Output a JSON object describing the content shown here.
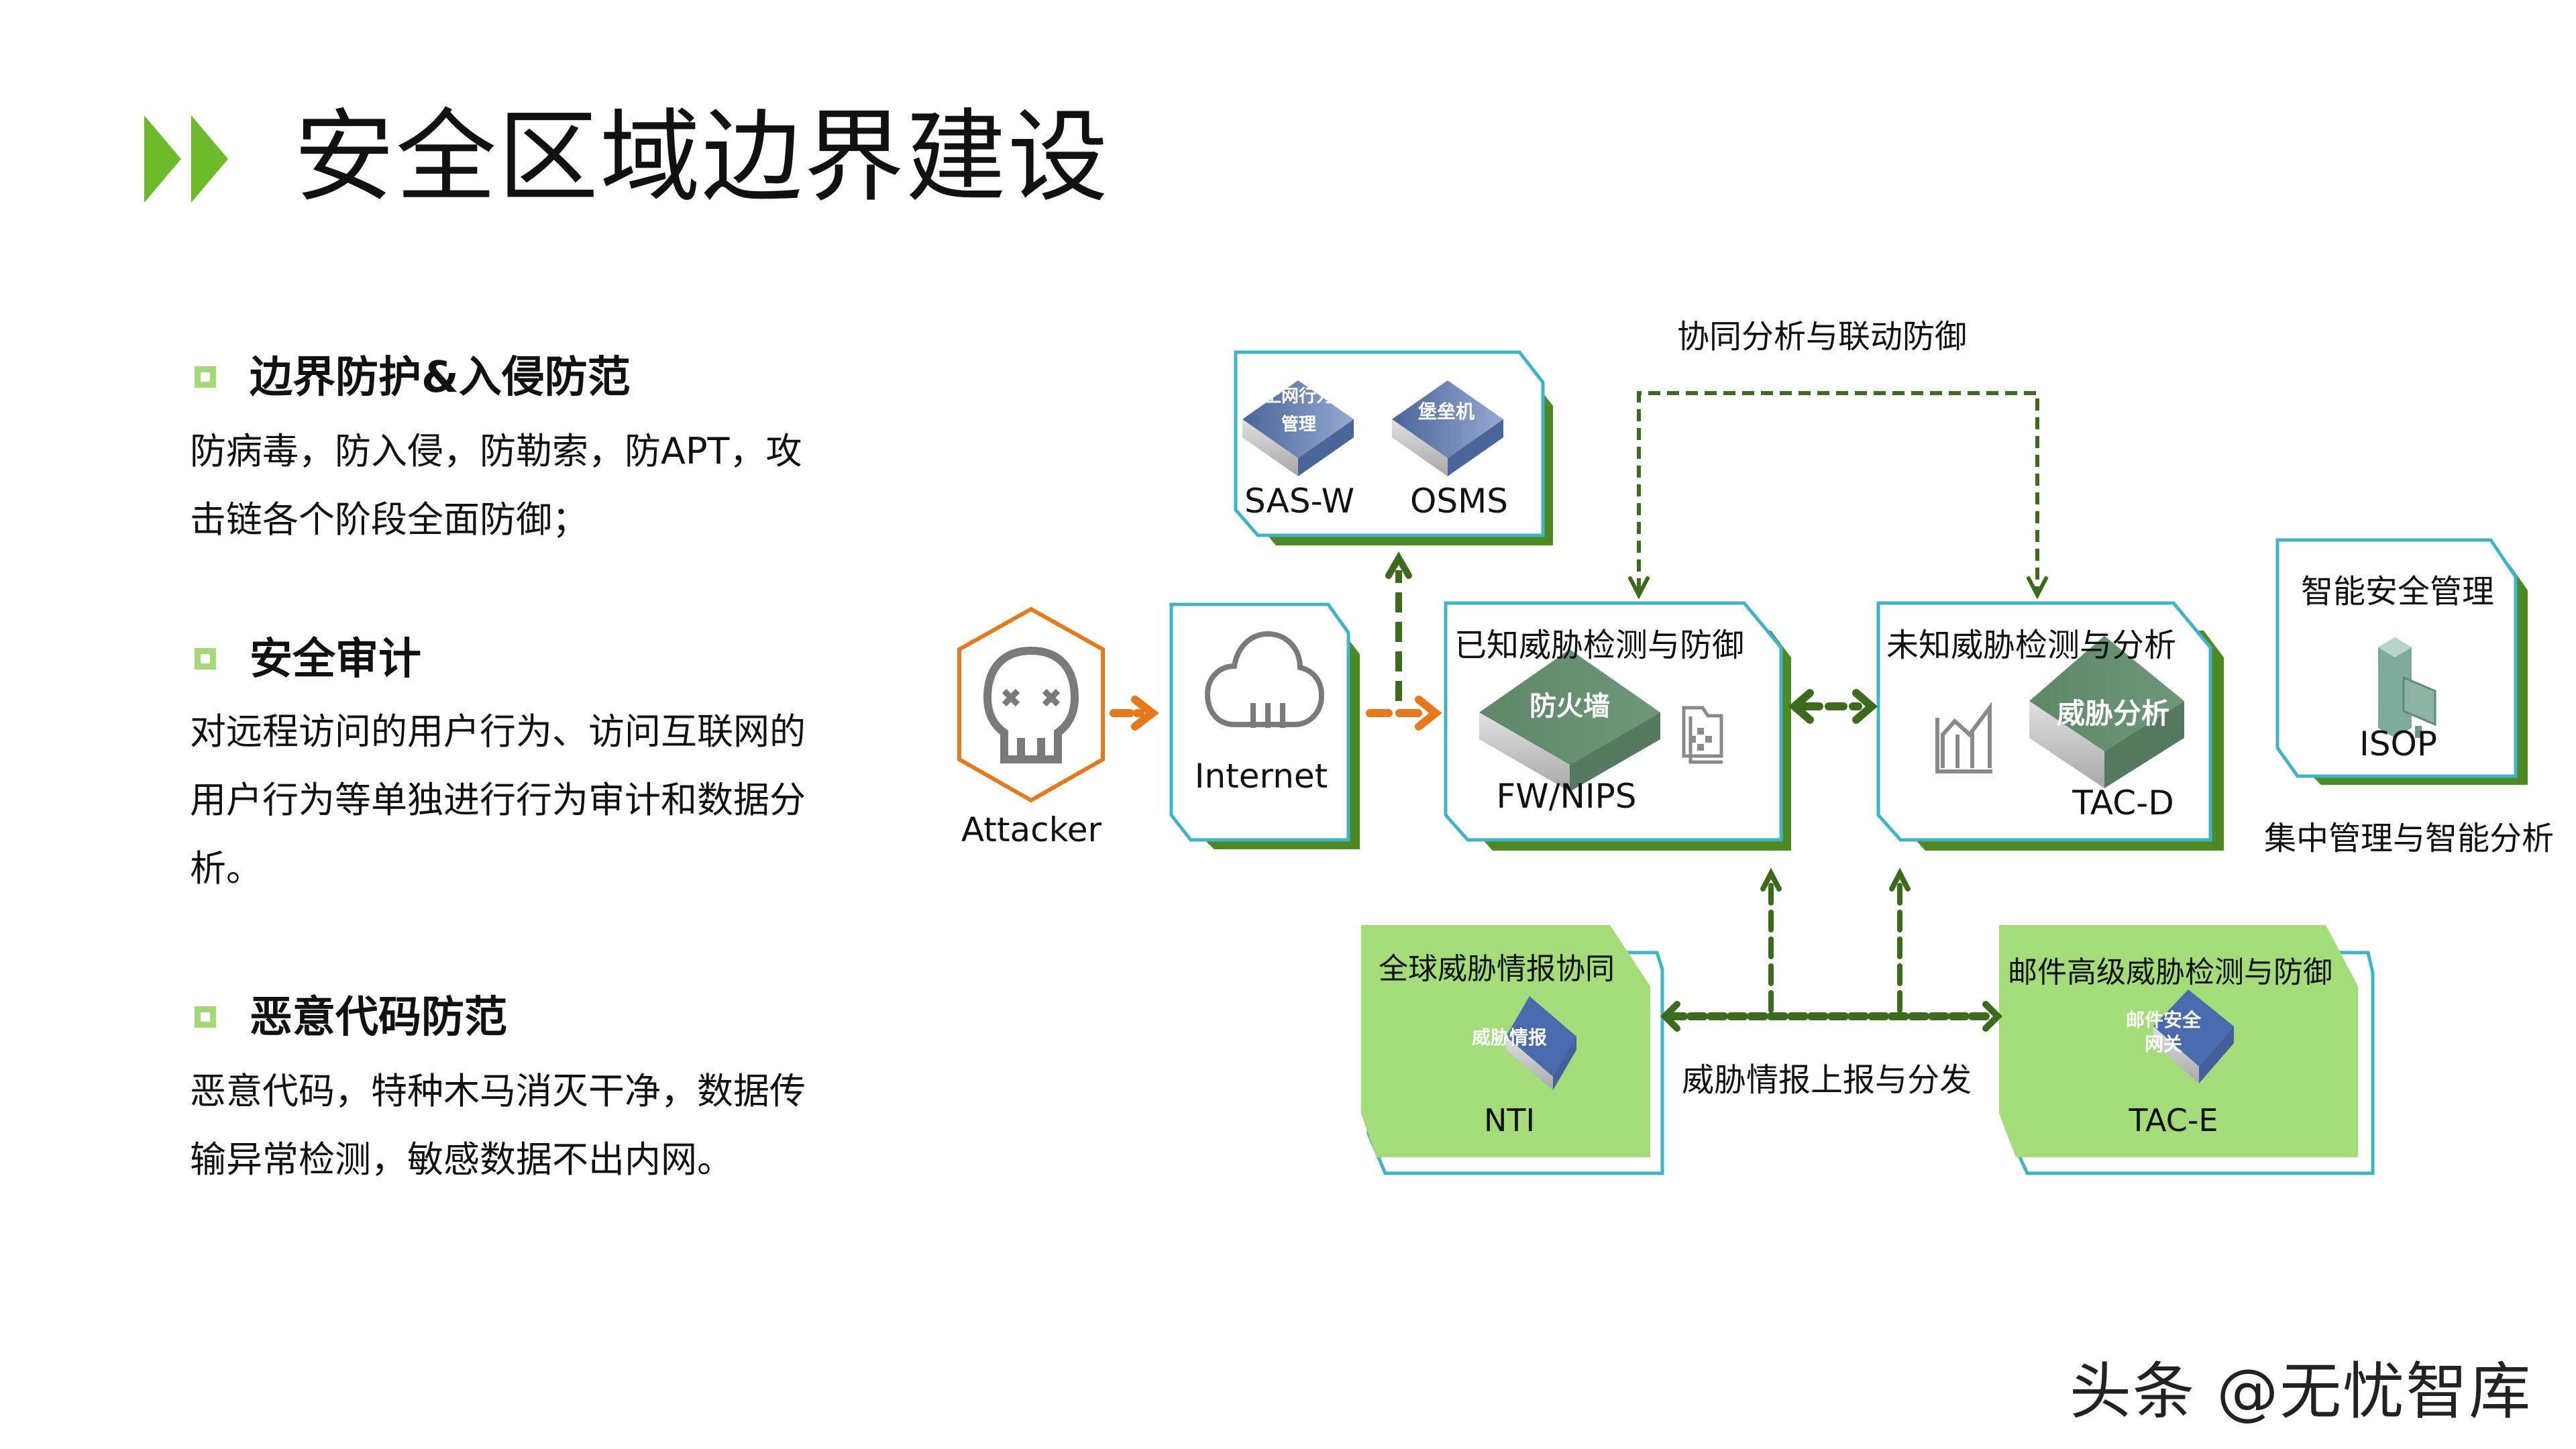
{
  "header": {
    "title": "安全区域边界建设",
    "accent_color": "#6dbb2a"
  },
  "bullets": [
    {
      "heading": "边界防护&入侵防范",
      "lines": [
        "防病毒，防入侵，防勒索，防APT，攻",
        "击链各个阶段全面防御；"
      ]
    },
    {
      "heading": "安全审计",
      "lines": [
        "对远程访问的用户行为、访问互联网的",
        "用户行为等单独进行行为审计和数据分",
        "析。"
      ]
    },
    {
      "heading": "恶意代码防范",
      "lines": [
        "恶意代码，特种木马消灭干净，数据传",
        "输异常检测，敏感数据不出内网。"
      ]
    }
  ],
  "diagram": {
    "colors": {
      "box_border": "#3fb4c6",
      "box_shadow": "#4e8a24",
      "attack_arrow": "#e8781c",
      "link_arrow": "#3d6b1e",
      "light_green_fill": "#a3dc78",
      "device_blue": "#5673a8",
      "device_green": "#5f8a6a"
    },
    "attacker": {
      "label": "Attacker",
      "icon": "skull-icon"
    },
    "internet": {
      "label": "Internet",
      "icon": "cloud-icon"
    },
    "audit_group": {
      "devices": [
        {
          "badge_line1": "上网行为",
          "badge_line2": "管理",
          "label": "SAS-W"
        },
        {
          "badge_line1": "堡垒机",
          "badge_line2": "",
          "label": "OSMS"
        }
      ]
    },
    "known_threat": {
      "title": "已知威胁检测与防御",
      "badge": "防火墙",
      "label": "FW/NIPS",
      "icon": "document-shield-icon"
    },
    "unknown_threat": {
      "title": "未知威胁检测与分析",
      "badge": "威胁分析",
      "label": "TAC-D",
      "icon": "chart-icon"
    },
    "management": {
      "title": "智能安全管理",
      "label": "ISOP",
      "caption": "集中管理与智能分析",
      "icon": "workstation-icon"
    },
    "intel": {
      "title": "全球威胁情报协同",
      "badge": "威胁情报",
      "label": "NTI"
    },
    "mail": {
      "title": "邮件高级威胁检测与防御",
      "badge_line1": "邮件安全",
      "badge_line2": "网关",
      "label": "TAC-E"
    },
    "labels": {
      "coordination": "协同分析与联动防御",
      "intel_exchange": "威胁情报上报与分发"
    }
  },
  "watermark": "头条 @无忧智库"
}
